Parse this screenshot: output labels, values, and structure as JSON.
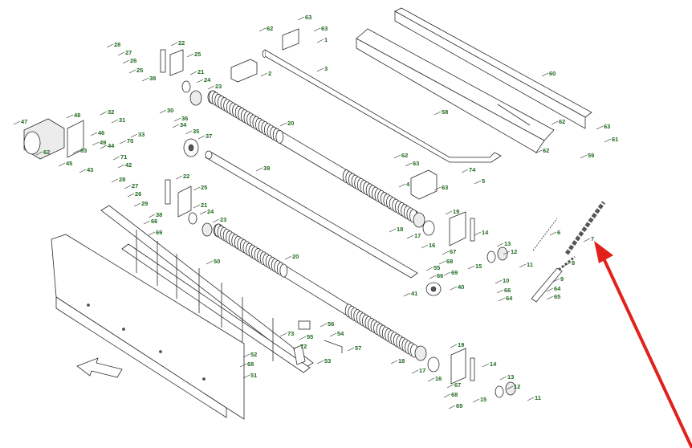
{
  "diagram": {
    "labels": [
      "1",
      "2",
      "3",
      "4",
      "5",
      "6",
      "7",
      "8",
      "9",
      "10",
      "11",
      "12",
      "13",
      "14",
      "15",
      "16",
      "17",
      "18",
      "19",
      "20",
      "21",
      "22",
      "23",
      "24",
      "25",
      "26",
      "27",
      "28",
      "29",
      "30",
      "31",
      "32",
      "33",
      "34",
      "35",
      "36",
      "37",
      "38",
      "39",
      "40",
      "41",
      "42",
      "43",
      "44",
      "45",
      "46",
      "47",
      "48",
      "49",
      "50",
      "51",
      "52",
      "53",
      "54",
      "55",
      "56",
      "57",
      "58",
      "59",
      "60",
      "61",
      "62",
      "63",
      "64",
      "65",
      "66",
      "67",
      "68",
      "69",
      "70",
      "71",
      "72",
      "73",
      "74"
    ],
    "highlighted_part": "7",
    "highlight_color": "#e3201b",
    "callout_color": "#1f6b1f"
  }
}
